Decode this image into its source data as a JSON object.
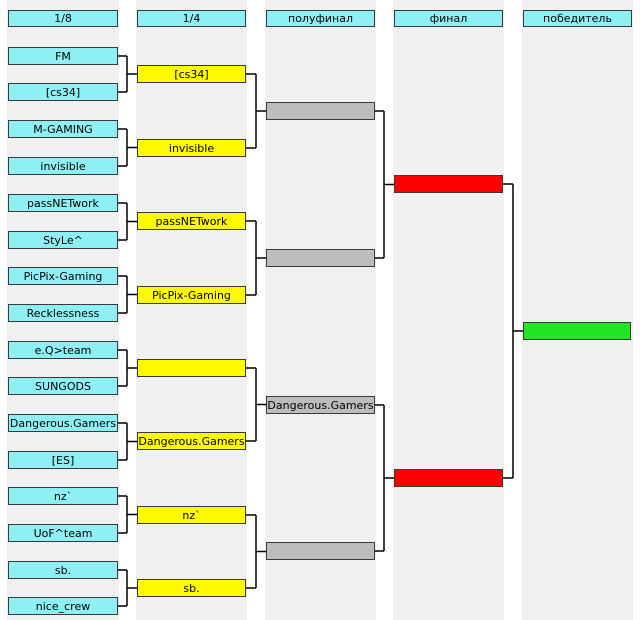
{
  "colors": {
    "header": "#8ef0f4",
    "round_of_16": "#8ef0f4",
    "quarterfinal": "#fffa00",
    "semifinal": "#bdbdbd",
    "final": "#ff0000",
    "winner": "#22e622"
  },
  "rounds": [
    {
      "label": "1/8",
      "slots": [
        "FM",
        "[cs34]",
        "M-GAMING",
        "invisible",
        "passNETwork",
        "StyLe^",
        "PicPix-Gaming",
        "Recklessness",
        "e.Q>team",
        "SUNGODS",
        "Dangerous.Gamers",
        "[ES]",
        "nz`",
        "UoF^team",
        "sb.",
        "nice_crew"
      ]
    },
    {
      "label": "1/4",
      "slots": [
        "[cs34]",
        "invisible",
        "passNETwork",
        "PicPix-Gaming",
        "",
        "Dangerous.Gamers",
        "nz`",
        "sb."
      ]
    },
    {
      "label": "полуфинал",
      "slots": [
        "",
        "",
        "Dangerous.Gamers",
        ""
      ]
    },
    {
      "label": "финал",
      "slots": [
        "",
        ""
      ]
    },
    {
      "label": "победитель",
      "slots": [
        ""
      ]
    }
  ]
}
